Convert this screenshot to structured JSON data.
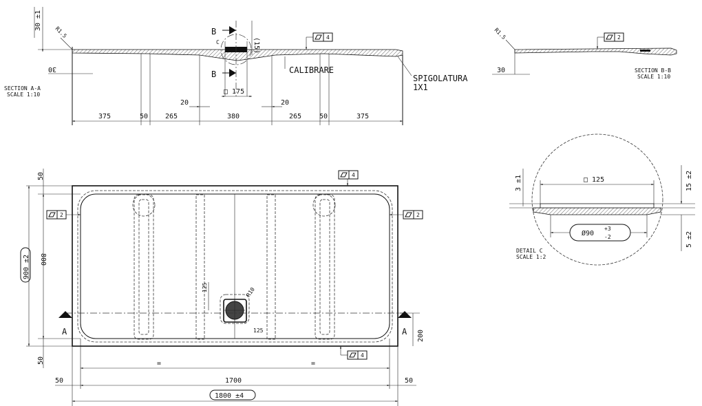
{
  "section_aa": {
    "dims": [
      "375",
      "50",
      "265",
      "380",
      "265",
      "50",
      "375"
    ],
    "small_dims": [
      "20",
      "20"
    ],
    "thickness": "30 ±1",
    "height_small": "30",
    "radius": "R1.5",
    "flatness": "4",
    "drain_label": "B",
    "drain_c": "C",
    "drain_dim": "(15)",
    "drain_square": "□ 175",
    "calibrare": "CALIBRARE",
    "spigolatura_1": "SPIGOLATURA",
    "spigolatura_2": "1X1",
    "title_1": "SECTION A-A",
    "title_2": "SCALE 1:10"
  },
  "section_bb": {
    "radius": "R1.5",
    "flatness": "2",
    "height": "30",
    "title_1": "SECTION B-B",
    "title_2": "SCALE 1:10"
  },
  "detail_c": {
    "square": "□ 125",
    "dim_left": "3 ±1",
    "dim_right_top": "15 ±2",
    "dim_right_bottom": "5 ±2",
    "bore": "Ø90",
    "tol_plus": "+3",
    "tol_minus": "-2",
    "title_1": "DETAIL C",
    "title_2": "SCALE 1:2"
  },
  "plan": {
    "top_margin": "50",
    "bottom_margin": "50",
    "height_total": "900 ±2",
    "height_inner": "800",
    "left_margin": "50",
    "right_margin": "50",
    "width_inner": "1700",
    "width_total": "1800 ±4",
    "equal_mark": "=",
    "drain_dim_v": "125",
    "drain_dim_h": "125",
    "drain_radius": "R10",
    "drain_offset": "200",
    "flatness_top": "4",
    "flatness_left": "2",
    "flatness_right": "2",
    "flatness_bottom": "4",
    "section_letter": "A"
  }
}
